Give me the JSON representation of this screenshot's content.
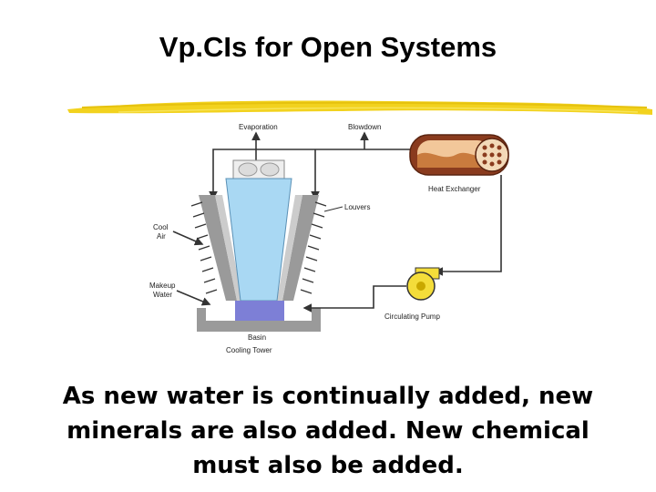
{
  "slide": {
    "title": "Vp.CIs for Open Systems",
    "caption_lines": [
      "As new water is continually added, new",
      "minerals are also added.  New chemical",
      "must also be added."
    ]
  },
  "diagram": {
    "labels": {
      "evaporation": "Evaporation",
      "blowdown": "Blowdown",
      "heat_exchanger": "Heat Exchanger",
      "louvers": "Louvers",
      "cool_air_line1": "Cool",
      "cool_air_line2": "Air",
      "makeup_line1": "Makeup",
      "makeup_line2": "Water",
      "circulating_pump": "Circulating Pump",
      "basin": "Basin",
      "cooling_tower": "Cooling Tower"
    }
  },
  "colors": {
    "title_rule": "#f2d21e",
    "water": "#a9d8f3",
    "basin_water": "#7d7fd6",
    "pump": "#f4dd3a",
    "tower_wall": "#9a9a9a",
    "exchanger_shell": "#8a3b1e",
    "pipe": "#333333"
  }
}
